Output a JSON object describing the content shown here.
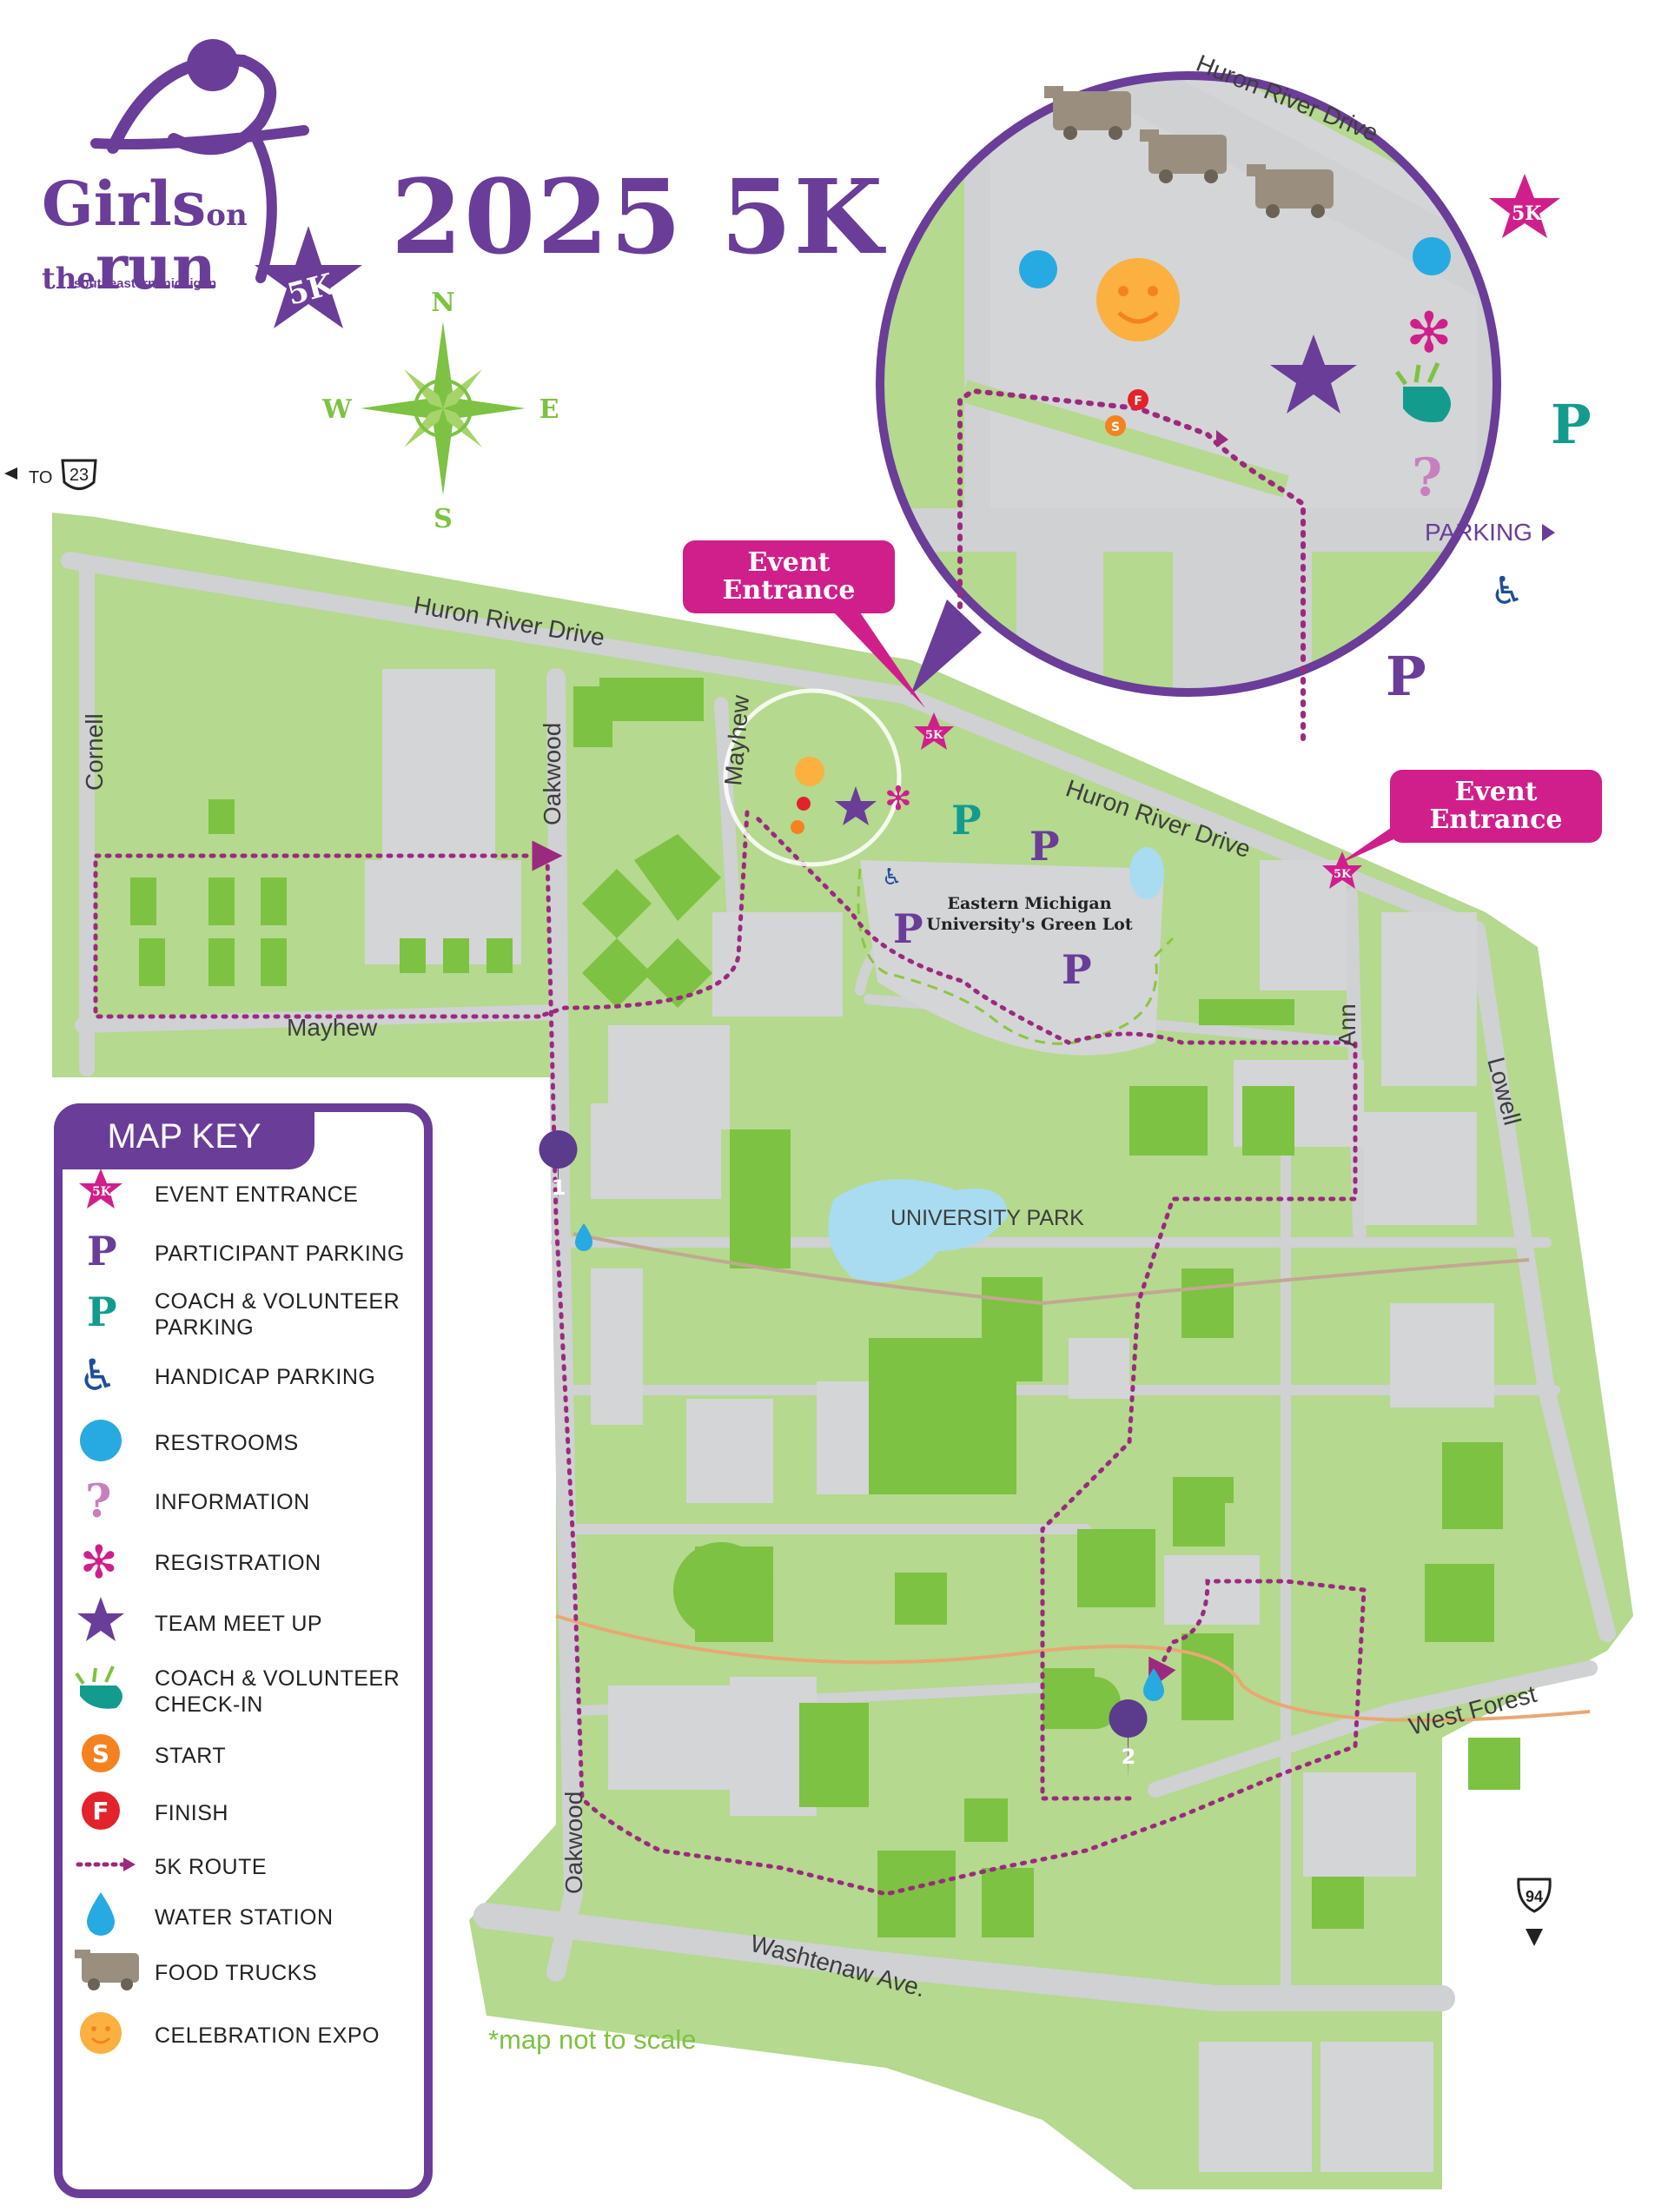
{
  "title": "2025 5K",
  "logo": {
    "girls": "Girls",
    "on": "on",
    "the": "the",
    "run": "run",
    "region": "southeastern michigan",
    "badge": "5K"
  },
  "compass": {
    "n": "N",
    "e": "E",
    "s": "S",
    "w": "W"
  },
  "route_signs": {
    "to23": "TO",
    "hwy23": "23",
    "hwy94": "94"
  },
  "callouts": {
    "entrance1": "Event\nEntrance",
    "entrance2": "Event\nEntrance"
  },
  "streets": {
    "huron_main": "Huron River Drive",
    "huron_east": "Huron River Drive",
    "huron_inset": "Huron River Drive",
    "cornell": "Cornell",
    "oakwood_n": "Oakwood",
    "oakwood_s": "Oakwood",
    "mayhew_n": "Mayhew",
    "mayhew_w": "Mayhew",
    "ann": "Ann",
    "lowell": "Lowell",
    "west_forest": "West Forest",
    "washtenaw": "Washtenaw Ave."
  },
  "places": {
    "green_lot": "Eastern Michigan\nUniversity's Green Lot",
    "university_park": "UNIVERSITY PARK"
  },
  "inset": {
    "parking_label": "PARKING"
  },
  "water_stations": [
    "1",
    "2"
  ],
  "key": {
    "heading": "MAP KEY",
    "items": [
      {
        "icon": "event-entrance-icon",
        "label": "EVENT ENTRANCE"
      },
      {
        "icon": "participant-parking-icon",
        "label": "PARTICIPANT PARKING"
      },
      {
        "icon": "coach-volunteer-parking-icon",
        "label": "COACH & VOLUNTEER\nPARKING"
      },
      {
        "icon": "handicap-parking-icon",
        "label": "HANDICAP PARKING"
      },
      {
        "icon": "restrooms-icon",
        "label": "RESTROOMS"
      },
      {
        "icon": "information-icon",
        "label": "INFORMATION"
      },
      {
        "icon": "registration-icon",
        "label": "REGISTRATION"
      },
      {
        "icon": "team-meet-up-icon",
        "label": "TEAM MEET UP"
      },
      {
        "icon": "whistle-icon",
        "label": "COACH & VOLUNTEER\nCHECK-IN"
      },
      {
        "icon": "start-icon",
        "label": "START"
      },
      {
        "icon": "finish-icon",
        "label": "FINISH"
      },
      {
        "icon": "route-icon",
        "label": "5K ROUTE"
      },
      {
        "icon": "water-station-icon",
        "label": "WATER STATION"
      },
      {
        "icon": "food-truck-icon",
        "label": "FOOD TRUCKS"
      },
      {
        "icon": "celebration-expo-icon",
        "label": "CELEBRATION EXPO"
      }
    ]
  },
  "note": "*map not to scale",
  "colors": {
    "purple": "#6a3d98",
    "magenta": "#d01f8b",
    "teal": "#139c8e",
    "green_light": "#b5d98f",
    "green_dark": "#7dc242",
    "road": "#cfd1d3",
    "water": "#a9dcf1",
    "orange": "#f58220",
    "red": "#e3222b",
    "restroom_blue": "#27aae1",
    "handicap_blue": "#1e4e9b"
  }
}
